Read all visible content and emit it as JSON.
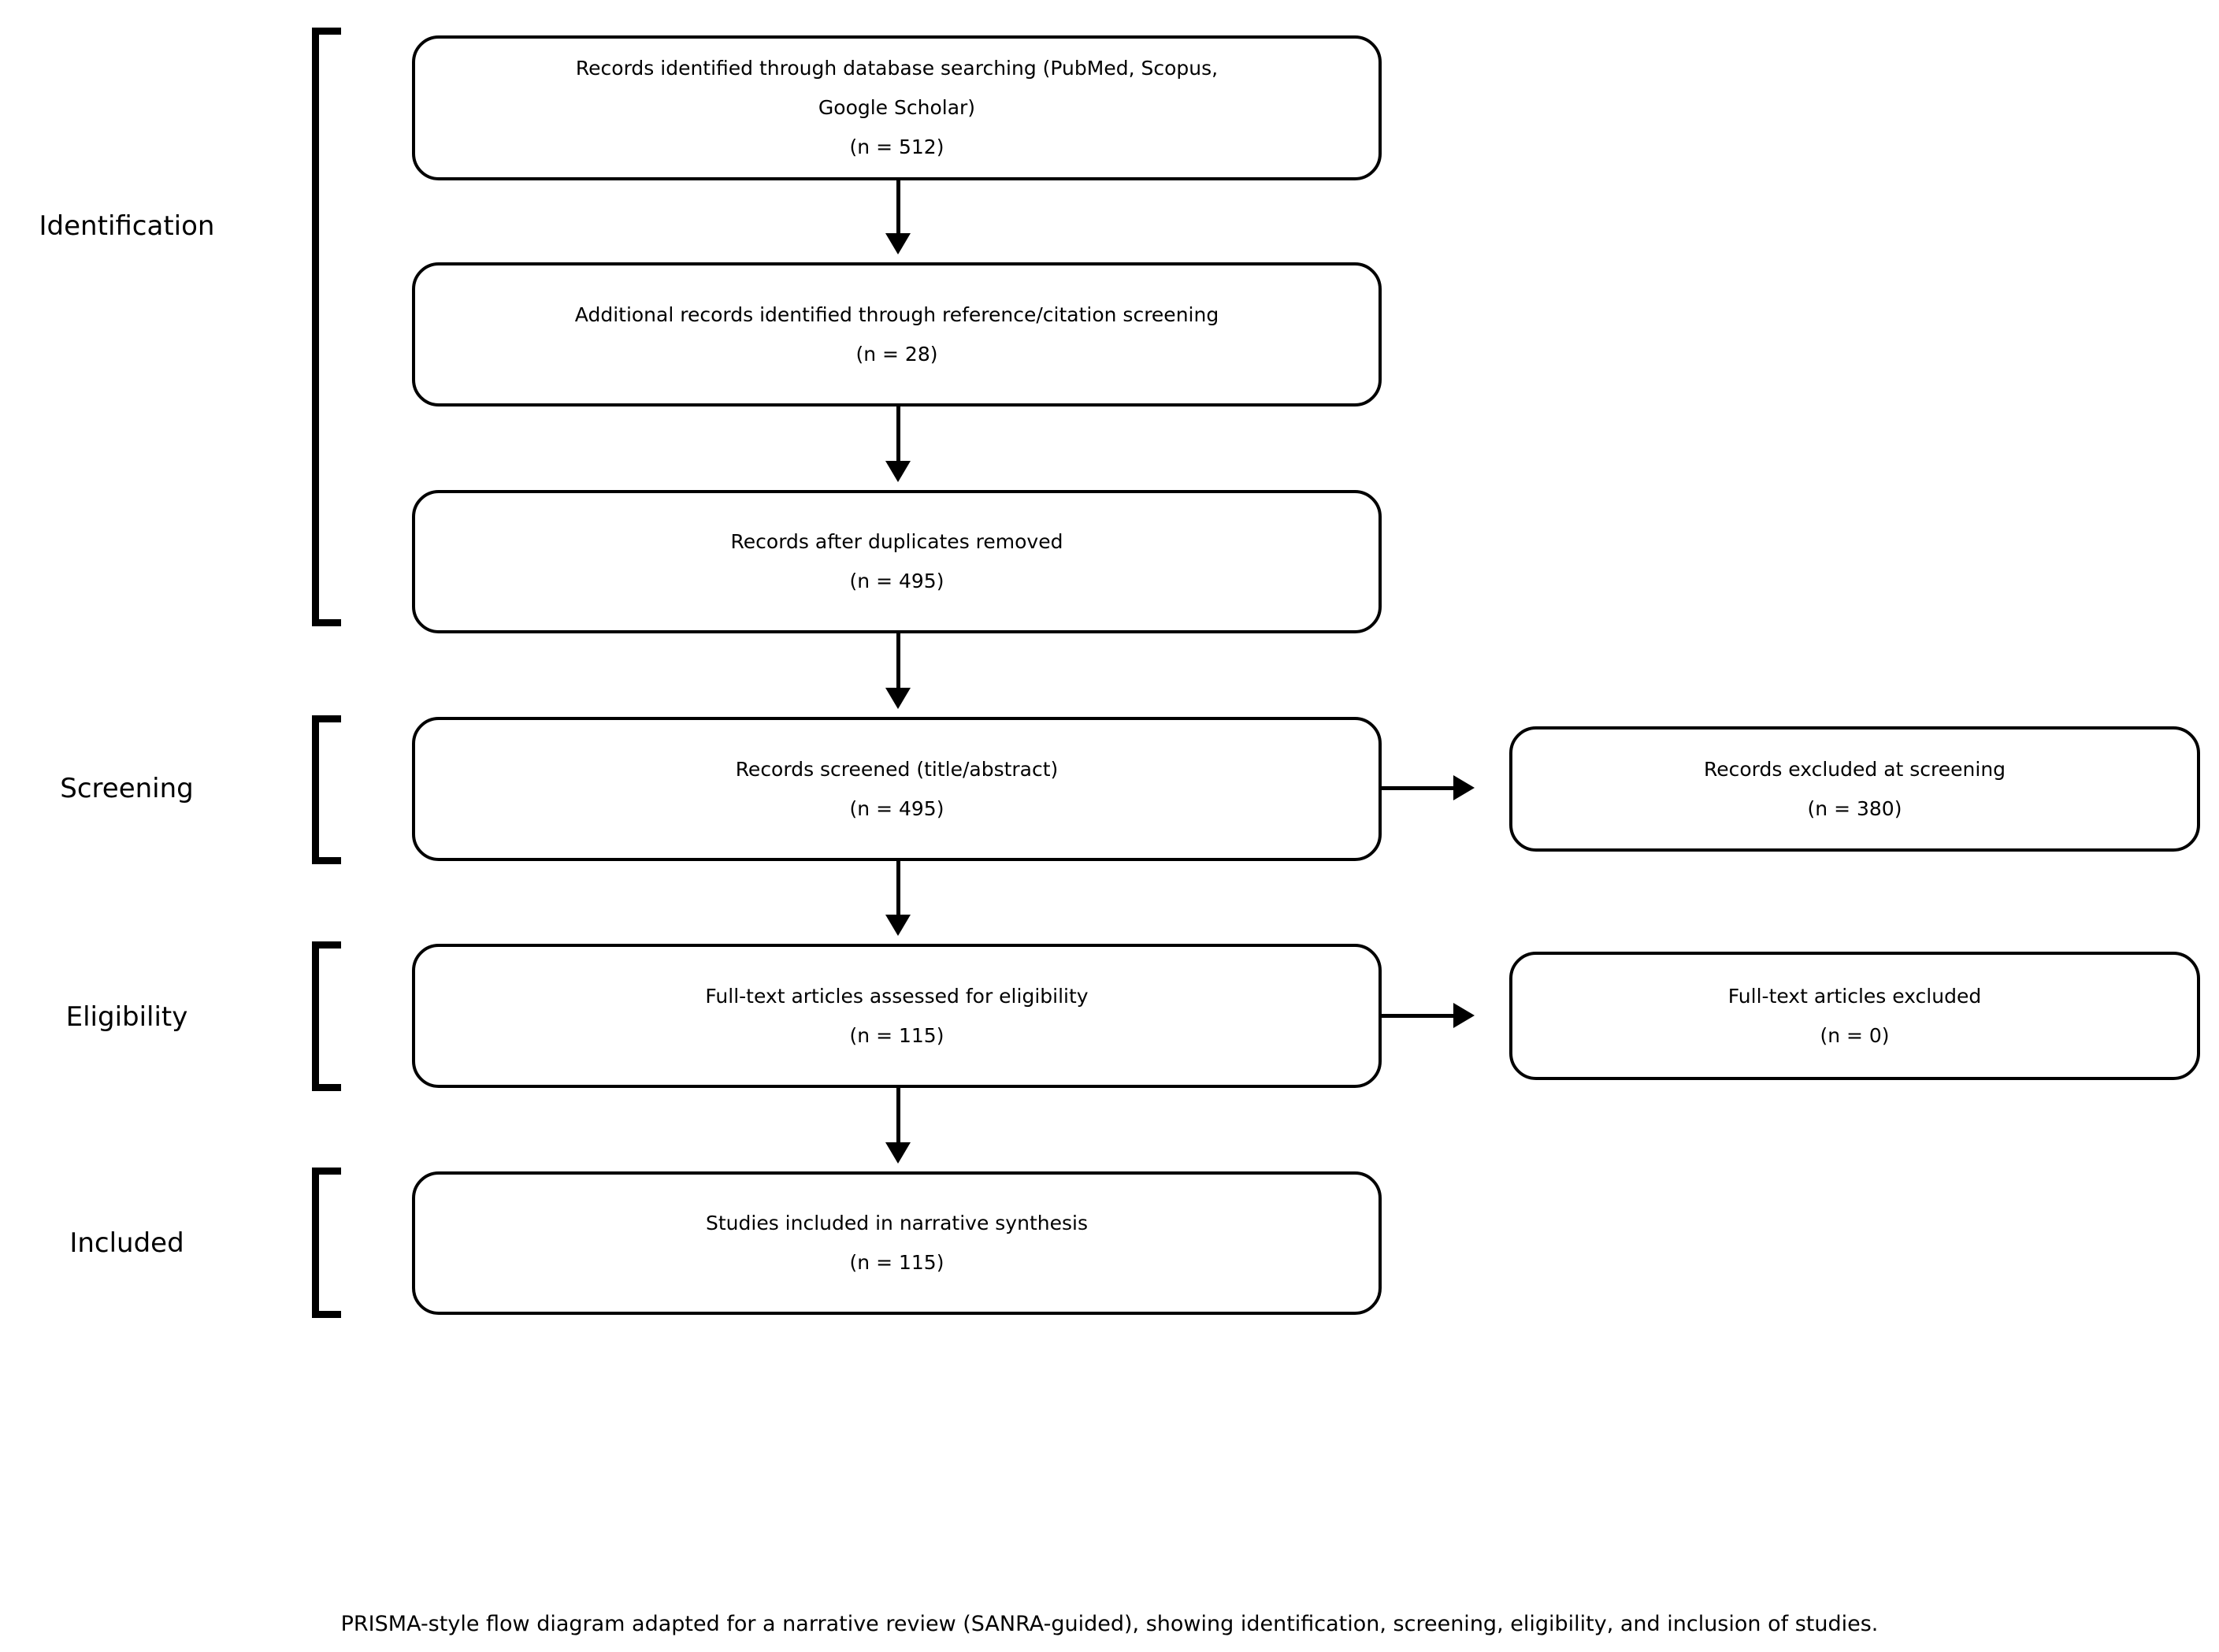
{
  "colors": {
    "ink": "#000000",
    "background": "#ffffff"
  },
  "stage_labels": [
    {
      "text": "Identification"
    },
    {
      "text": "Screening"
    },
    {
      "text": "Eligibility"
    },
    {
      "text": "Included"
    }
  ],
  "main_boxes": [
    {
      "lines": [
        "Records identified through database searching (PubMed, Scopus,",
        "Google Scholar)",
        "(n = 512)"
      ]
    },
    {
      "lines": [
        "Additional records identified through reference/citation screening",
        "(n = 28)"
      ]
    },
    {
      "lines": [
        "Records after duplicates removed",
        "(n = 495)"
      ]
    },
    {
      "lines": [
        "Records screened (title/abstract)",
        "(n = 495)"
      ]
    },
    {
      "lines": [
        "Full-text articles assessed for eligibility",
        "(n = 115)"
      ]
    },
    {
      "lines": [
        "Studies included in narrative synthesis",
        "(n = 115)"
      ]
    }
  ],
  "side_boxes": [
    {
      "lines": [
        "Records excluded at screening",
        "(n = 380)"
      ]
    },
    {
      "lines": [
        "Full-text articles excluded",
        "(n = 0)"
      ]
    }
  ],
  "caption": "PRISMA-style flow diagram adapted for a narrative review (SANRA-guided), showing identification, screening, eligibility, and inclusion of studies."
}
